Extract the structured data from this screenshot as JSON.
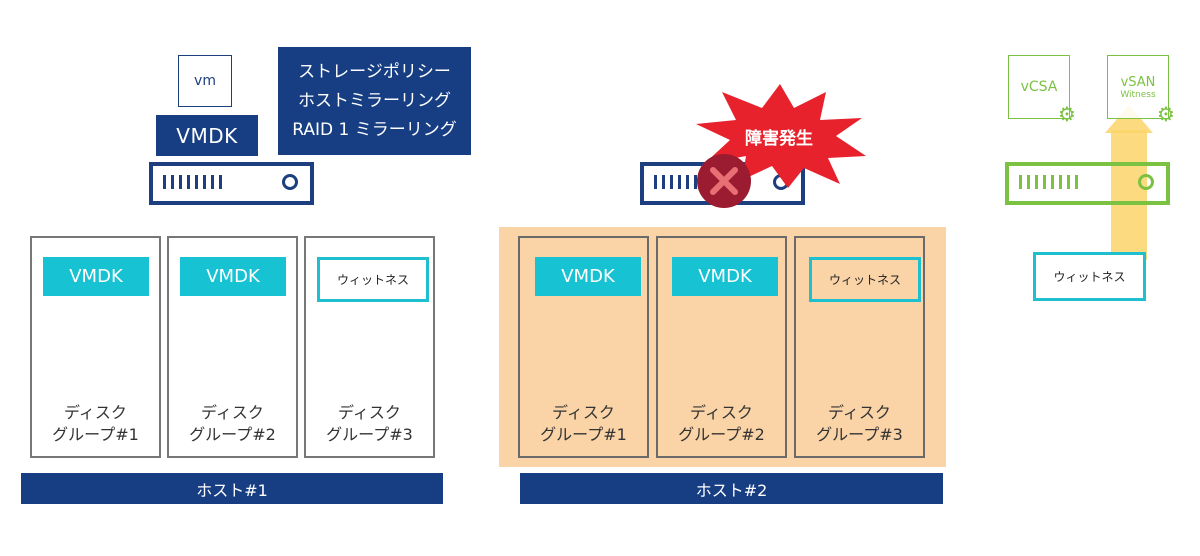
{
  "host1": {
    "vm_label": "vm",
    "vmdk_label": "VMDK",
    "policy_lines": [
      "ストレージポリシー",
      "ホストミラーリング",
      "RAID 1 ミラーリング"
    ],
    "disk_groups": [
      {
        "content": "VMDK",
        "label_lines": [
          "ディスク",
          "グループ#1"
        ]
      },
      {
        "content": "VMDK",
        "label_lines": [
          "ディスク",
          "グループ#2"
        ]
      },
      {
        "content": "ウィットネス",
        "label_lines": [
          "ディスク",
          "グループ#3"
        ]
      }
    ],
    "host_label": "ホスト#1"
  },
  "host2": {
    "failure_label": "障害発生",
    "disk_groups": [
      {
        "content": "VMDK",
        "label_lines": [
          "ディスク",
          "グループ#1"
        ]
      },
      {
        "content": "VMDK",
        "label_lines": [
          "ディスク",
          "グループ#2"
        ]
      },
      {
        "content": "ウィットネス",
        "label_lines": [
          "ディスク",
          "グループ#3"
        ]
      }
    ],
    "host_label": "ホスト#2"
  },
  "witness_host": {
    "vcsa_label": "vCSA",
    "vsan_label": "vSAN",
    "vsan_sublabel": "Witness",
    "witness_label": "ウィットネス"
  },
  "colors": {
    "navy": "#173e83",
    "cyan": "#17c2d3",
    "green": "#7cc242",
    "orange_highlight": "#fad3a7",
    "failure_red": "#e8222c",
    "failure_mark": "#9b1b30",
    "arrow_yellow": "#fbd36a"
  }
}
